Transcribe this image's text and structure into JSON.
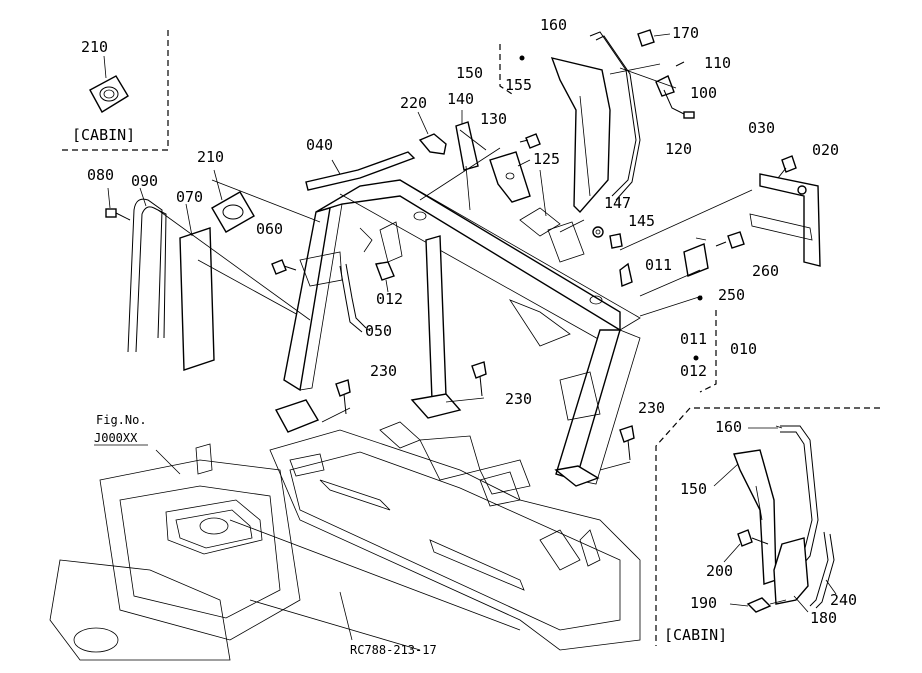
{
  "diagram": {
    "drawing_code": "RC788-213-17",
    "figure_ref": {
      "line1": "Fig.No.",
      "line2": "J000XX"
    },
    "insets": [
      {
        "caption": "[CABIN]",
        "parts": [
          "210"
        ]
      },
      {
        "caption": "[CABIN]",
        "parts": [
          "160",
          "150",
          "200",
          "190",
          "180",
          "240"
        ]
      }
    ],
    "part_labels": {
      "p210a": "210",
      "p080": "080",
      "p090": "090",
      "p070": "070",
      "p210b": "210",
      "p060": "060",
      "p040": "040",
      "p220": "220",
      "p140": "140",
      "p150": "150",
      "p155": "155",
      "p160": "160",
      "p170": "170",
      "p110": "110",
      "p100": "100",
      "p120": "120",
      "p130": "130",
      "p125": "125",
      "p030": "030",
      "p020": "020",
      "p147": "147",
      "p145": "145",
      "p260": "260",
      "p011a": "011",
      "p250": "250",
      "p011b": "011",
      "p010": "010",
      "p012b": "012",
      "p012a": "012",
      "p050": "050",
      "p230a": "230",
      "p230b": "230",
      "p230c": "230",
      "c160": "160",
      "c150": "150",
      "c200": "200",
      "c190": "190",
      "c180": "180",
      "c240": "240"
    }
  }
}
